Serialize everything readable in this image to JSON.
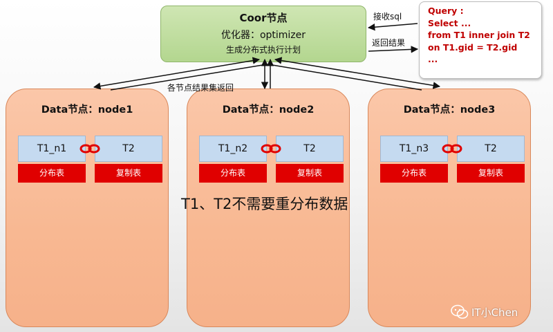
{
  "coordinator": {
    "title": "Coor节点",
    "line1": "优化器：optimizer",
    "line2": "生成分布式执行计划"
  },
  "query_box": {
    "lines": [
      "Query :",
      "Select ...",
      "from T1 inner join T2",
      "on T1.gid = T2.gid",
      "..."
    ],
    "text_color": "#c00000"
  },
  "labels": {
    "receive_sql": "接收sql",
    "return_result": "返回结果",
    "node_results_return": "各节点结果集返回"
  },
  "nodes": [
    {
      "title": "Data节点：node1",
      "left_table": "T1_n1",
      "right_table": "T2",
      "left_type": "分布表",
      "right_type": "复制表"
    },
    {
      "title": "Data节点：node2",
      "left_table": "T1_n2",
      "right_table": "T2",
      "left_type": "分布表",
      "right_type": "复制表"
    },
    {
      "title": "Data节点：node3",
      "left_table": "T1_n3",
      "right_table": "T2",
      "left_type": "分布表",
      "right_type": "复制表"
    }
  ],
  "center_note": "T1、T2不需要重分布数据",
  "watermark": {
    "icon": "wechat-icon",
    "text": "IT小Chen"
  },
  "colors": {
    "coordinator_fill": "#b3d68f",
    "node_fill": "#f8b892",
    "table_fill": "#c5daf0",
    "tag_fill": "#e00000",
    "join_icon": "#e00000"
  }
}
